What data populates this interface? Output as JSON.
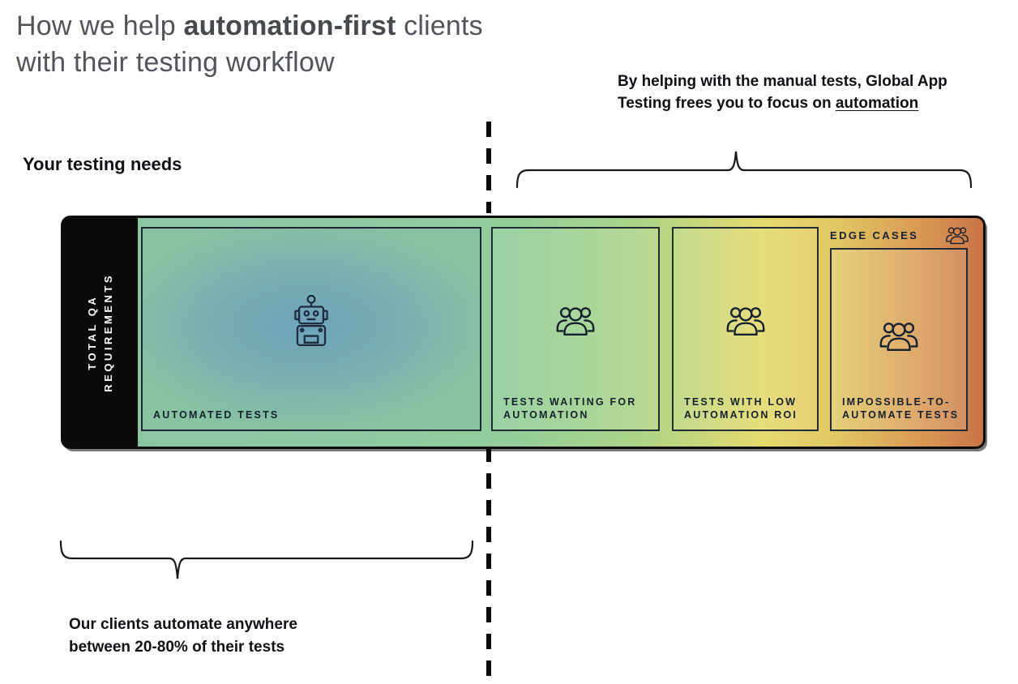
{
  "title": {
    "line1_pre": "How we help ",
    "line1_bold": "automation-first",
    "line1_post": " clients",
    "line2": "with their testing workflow"
  },
  "note": {
    "line1": "By helping with the manual tests, Global App",
    "line2_prefix": "Testing frees you to focus on ",
    "line2_underline": "automation"
  },
  "axis_label": "Your testing needs",
  "bar": {
    "side_label_line1": "TOTAL QA",
    "side_label_line2": "REQUIREMENTS",
    "edge_cases_label": "EDGE CASES",
    "sections": [
      {
        "id": "automated-tests",
        "icon": "robot-icon",
        "label_line1": "AUTOMATED TESTS",
        "label_line2": ""
      },
      {
        "id": "tests-waiting-for-automation",
        "icon": "people-icon",
        "label_line1": "TESTS WAITING FOR",
        "label_line2": "AUTOMATION"
      },
      {
        "id": "tests-with-low-automation-roi",
        "icon": "people-icon",
        "label_line1": "TESTS WITH LOW",
        "label_line2": "AUTOMATION ROI"
      },
      {
        "id": "impossible-to-automate-tests",
        "icon": "people-icon",
        "label_line1": "IMPOSSIBLE-TO-",
        "label_line2": "AUTOMATE TESTS"
      }
    ]
  },
  "bottom_note": {
    "line1": "Our clients automate anywhere",
    "line2": "between 20-80% of their tests"
  },
  "colors": {
    "gradient_left_green": "#8ac6a3",
    "gradient_mid_yellow": "#e5da6e",
    "gradient_right_orange": "#c97447",
    "automated_zone_blue": "#6ea4bb",
    "side_strip_black": "#0a0a0a",
    "zone_border": "#222c35",
    "label_text": "#15212e",
    "title_gray": "#51545a",
    "body_text": "#101116"
  }
}
